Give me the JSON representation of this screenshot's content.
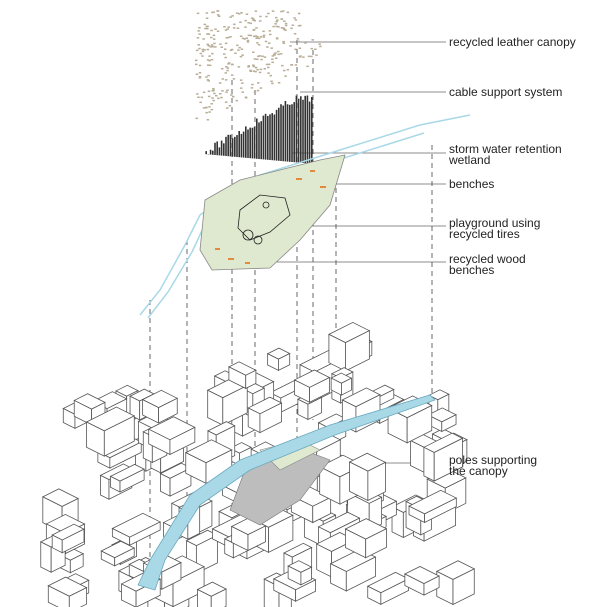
{
  "labels": {
    "canopy": "recycled leather canopy",
    "cable": "cable support system",
    "storm": "storm water retention\nwetland",
    "benches": "benches",
    "playground": "playground using\nrecycled tires",
    "wood": "recycled wood\nbenches",
    "poles": "poles supporting\nthe canopy"
  },
  "colors": {
    "river": "#a9d8e6",
    "wetland": "#dfe9cf",
    "bench": "#e38a3c",
    "plaza": "#bdbdbd",
    "line": "#555555"
  }
}
